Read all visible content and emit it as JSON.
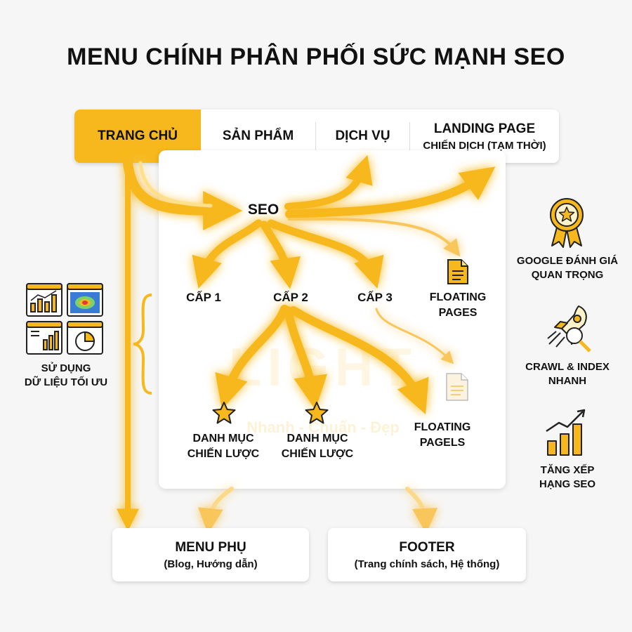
{
  "title": "MENU CHÍNH PHÂN PHỐI SỨC MẠNH SEO",
  "top_menu": {
    "home": "TRANG CHỦ",
    "products": "SẢN PHẨM",
    "services": "DỊCH VỤ",
    "landing_line1": "LANDING PAGE",
    "landing_line2": "CHIẾN DỊCH (TẠM THỜI)"
  },
  "hub": "SEO",
  "levels": [
    "CẤP 1",
    "CẤP 2",
    "CẤP 3"
  ],
  "floating_pages": {
    "line1": "FLOATING",
    "line2": "PAGES"
  },
  "floating_pagels": {
    "line1": "FLOATING",
    "line2": "PAGELS"
  },
  "strategic_categories": [
    {
      "line1": "DANH MỤC",
      "line2": "CHIẾN LƯỢC"
    },
    {
      "line1": "DANH MỤC",
      "line2": "CHIẾN LƯỢC"
    }
  ],
  "watermark": {
    "word": "LIGHT",
    "tagline": "Nhanh - Chuẩn - Đẹp"
  },
  "sub_menu": {
    "title": "MENU PHỤ",
    "subtitle": "(Blog, Hướng dẫn)"
  },
  "footer": {
    "title": "FOOTER",
    "subtitle": "(Trang chính sách, Hệ thống)"
  },
  "left_note": {
    "line1": "SỬ DỤNG",
    "line2": "DỮ LIỆU TỐI ƯU"
  },
  "right_notes": [
    {
      "line1": "GOOGLE ĐÁNH GIÁ",
      "line2": "QUAN TRỌNG",
      "icon": "award-badge-icon"
    },
    {
      "line1": "CRAWL & INDEX",
      "line2": "NHANH",
      "icon": "rocket-magnifier-icon"
    },
    {
      "line1": "TĂNG XẾP",
      "line2": "HẠNG SEO",
      "icon": "growth-chart-icon"
    }
  ],
  "colors": {
    "accent": "#f6b81c",
    "glow": "#ffd45a",
    "text": "#111111",
    "background": "#f6f6f6"
  }
}
